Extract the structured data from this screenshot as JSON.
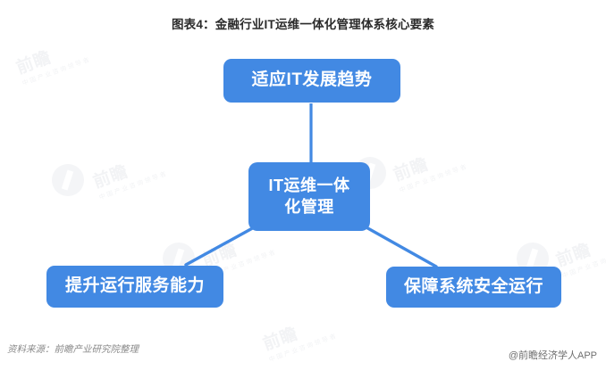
{
  "chart": {
    "title": "图表4：金融行业IT运维一体化管理体系核心要素",
    "type": "hub-and-spoke-diagram",
    "accent_color": "#4289E3",
    "node_text_color": "#FFFFFF",
    "background_color": "#FFFFFF"
  },
  "nodes": {
    "center": {
      "id": "center",
      "label": "IT运维一体化管理",
      "line1": "IT运维一体",
      "line2": "化管理"
    },
    "top": {
      "id": "top",
      "label": "适应IT发展趋势"
    },
    "bottom_left": {
      "id": "bottom-left",
      "label": "提升运行服务能力"
    },
    "bottom_right": {
      "id": "bottom-right",
      "label": "保障系统安全运行"
    }
  },
  "edges": [
    {
      "from": "center",
      "to": "top",
      "style": "straight-vertical"
    },
    {
      "from": "center",
      "to": "bottom-left",
      "style": "straight-diagonal"
    },
    {
      "from": "center",
      "to": "bottom-right",
      "style": "straight-diagonal"
    }
  ],
  "footer": {
    "source": "资料来源：前瞻产业研究院整理",
    "attribution": "@前瞻经济学人APP"
  },
  "watermarks": {
    "brand": "前瞻",
    "subtitle": "中国产业咨询领导者"
  }
}
